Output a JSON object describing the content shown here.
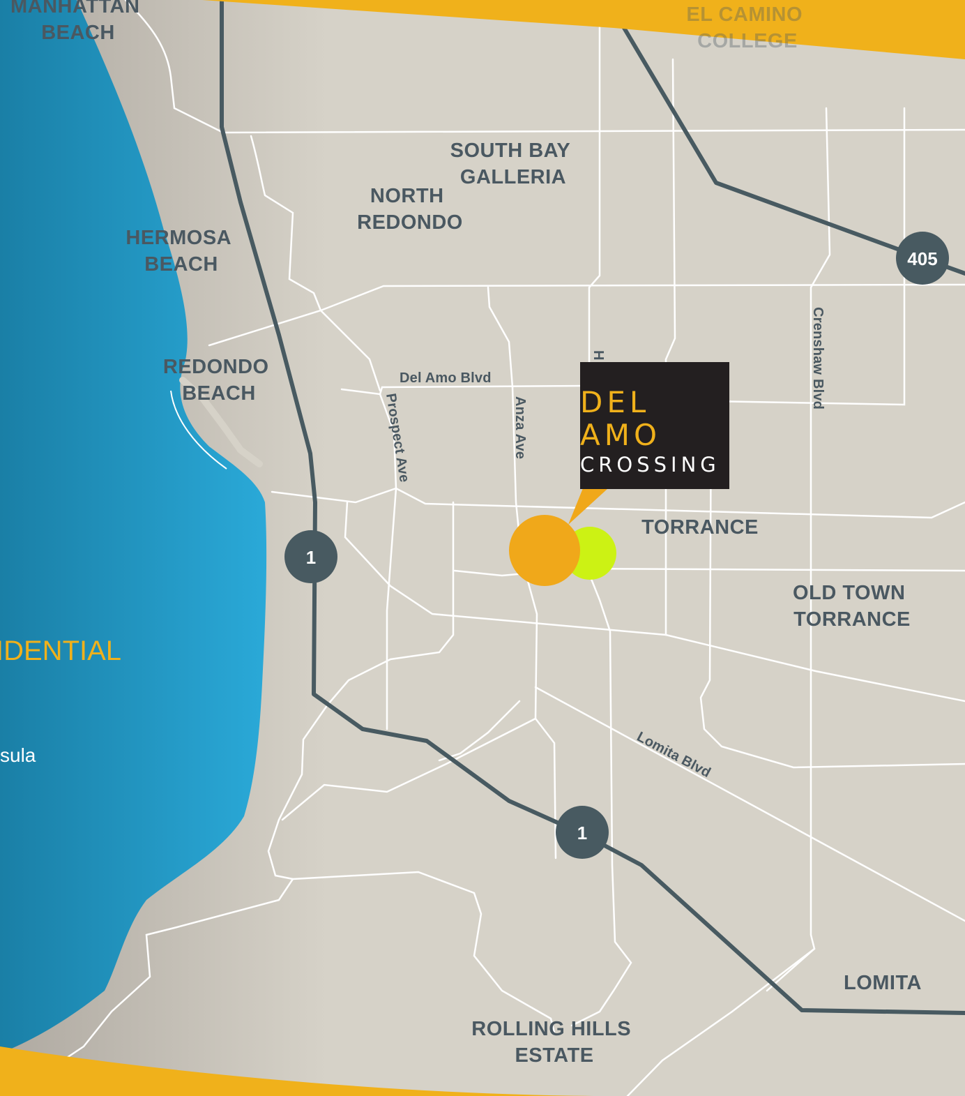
{
  "places": {
    "manhattan_beach": [
      "MANHATTAN",
      "BEACH"
    ],
    "el_camino_college": [
      "EL CAMINO",
      "COLLEGE"
    ],
    "south_bay_galleria": [
      "SOUTH BAY",
      "GALLERIA"
    ],
    "north_redondo": [
      "NORTH",
      "REDONDO"
    ],
    "hermosa_beach": [
      "HERMOSA",
      "BEACH"
    ],
    "redondo_beach": [
      "REDONDO",
      "BEACH"
    ],
    "torrance": "TORRANCE",
    "old_town_torrance": [
      "OLD TOWN",
      "TORRANCE"
    ],
    "lomita": "LOMITA",
    "rolling_hills_estate": [
      "ROLLING HILLS",
      "ESTATE"
    ]
  },
  "streets": {
    "del_amo": "Del Amo Blvd",
    "prospect": "Prospect Ave",
    "anza": "Anza Ave",
    "hawthorne": "H",
    "crenshaw": "Crenshaw Blvd",
    "lomita": "Lomita Blvd"
  },
  "shields": {
    "hwy1_north": "1",
    "hwy1_south": "1",
    "i405": "405"
  },
  "logo": {
    "line1": "DEL",
    "line2": "AMO",
    "line3": "CROSSING"
  },
  "left_panel": {
    "headline": "IDENTIAL",
    "subtext": "sula"
  },
  "colors": {
    "land": "#d6d2c8",
    "ocean": "#2aa6d4",
    "highway": "#485a61",
    "road": "#ffffff",
    "accent_orange": "#f0a81a",
    "accent_green": "#ccf214",
    "logo_bg": "#231f20"
  }
}
